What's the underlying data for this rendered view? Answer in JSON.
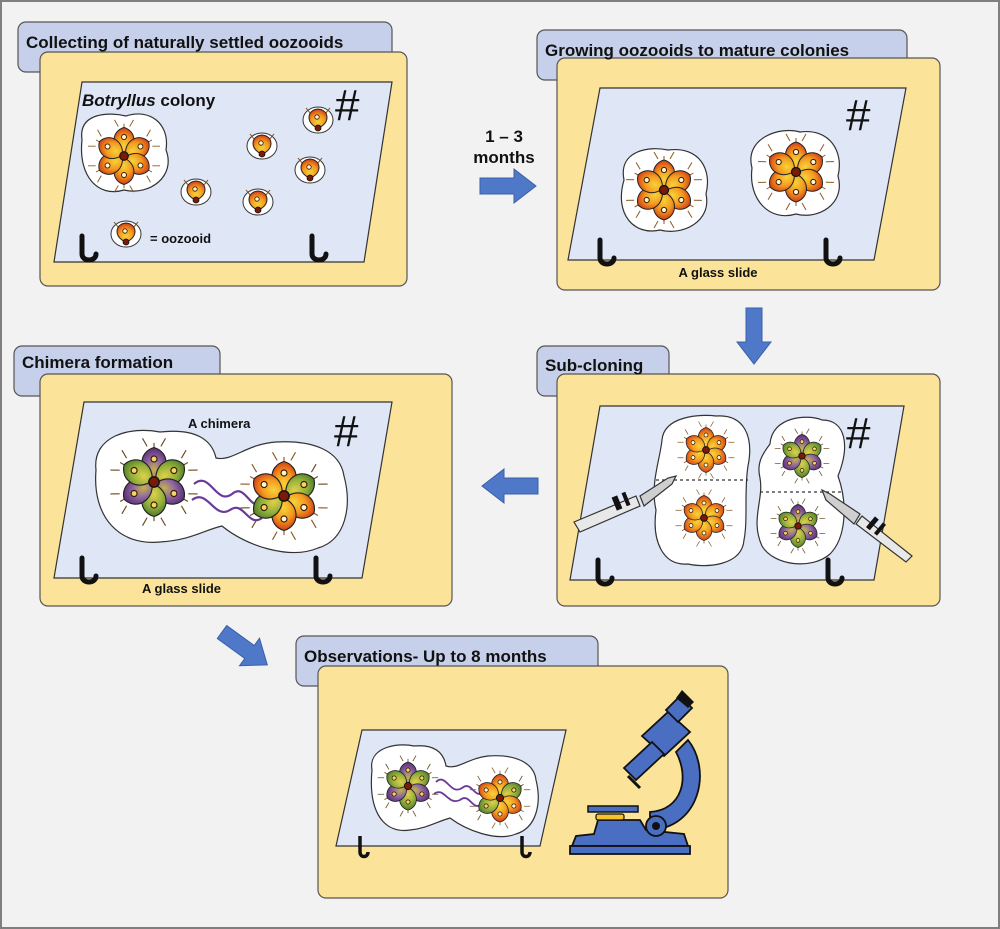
{
  "panels": {
    "collecting": {
      "title": "Collecting of naturally settled oozooids",
      "species": "Botryllus",
      "colony_word": "colony",
      "legend": "= oozooid"
    },
    "growing": {
      "title": "Growing oozooids to mature colonies",
      "slide_label": "A glass slide"
    },
    "subcloning": {
      "title": "Sub-cloning"
    },
    "chimera": {
      "title": "Chimera formation",
      "chimera_label": "A chimera",
      "slide_label": "A glass slide"
    },
    "observations": {
      "title": "Observations-  Up to 8 months"
    }
  },
  "arrows": {
    "duration_line1": "1 – 3",
    "duration_line2": "months"
  },
  "symbols": {
    "slide_mark": "#"
  },
  "colors": {
    "panel_fill": "#fbe39a",
    "header_fill": "#c7d0ea",
    "slide_fill": "#dfe6f6",
    "arrow_fill": "#4f78c8",
    "zooid_orange": "#f39a1e",
    "zooid_red": "#d23c16",
    "zooid_purple": "#7a3c8e",
    "zooid_green": "#7aa63a",
    "microscope_blue": "#4a6fc2"
  }
}
